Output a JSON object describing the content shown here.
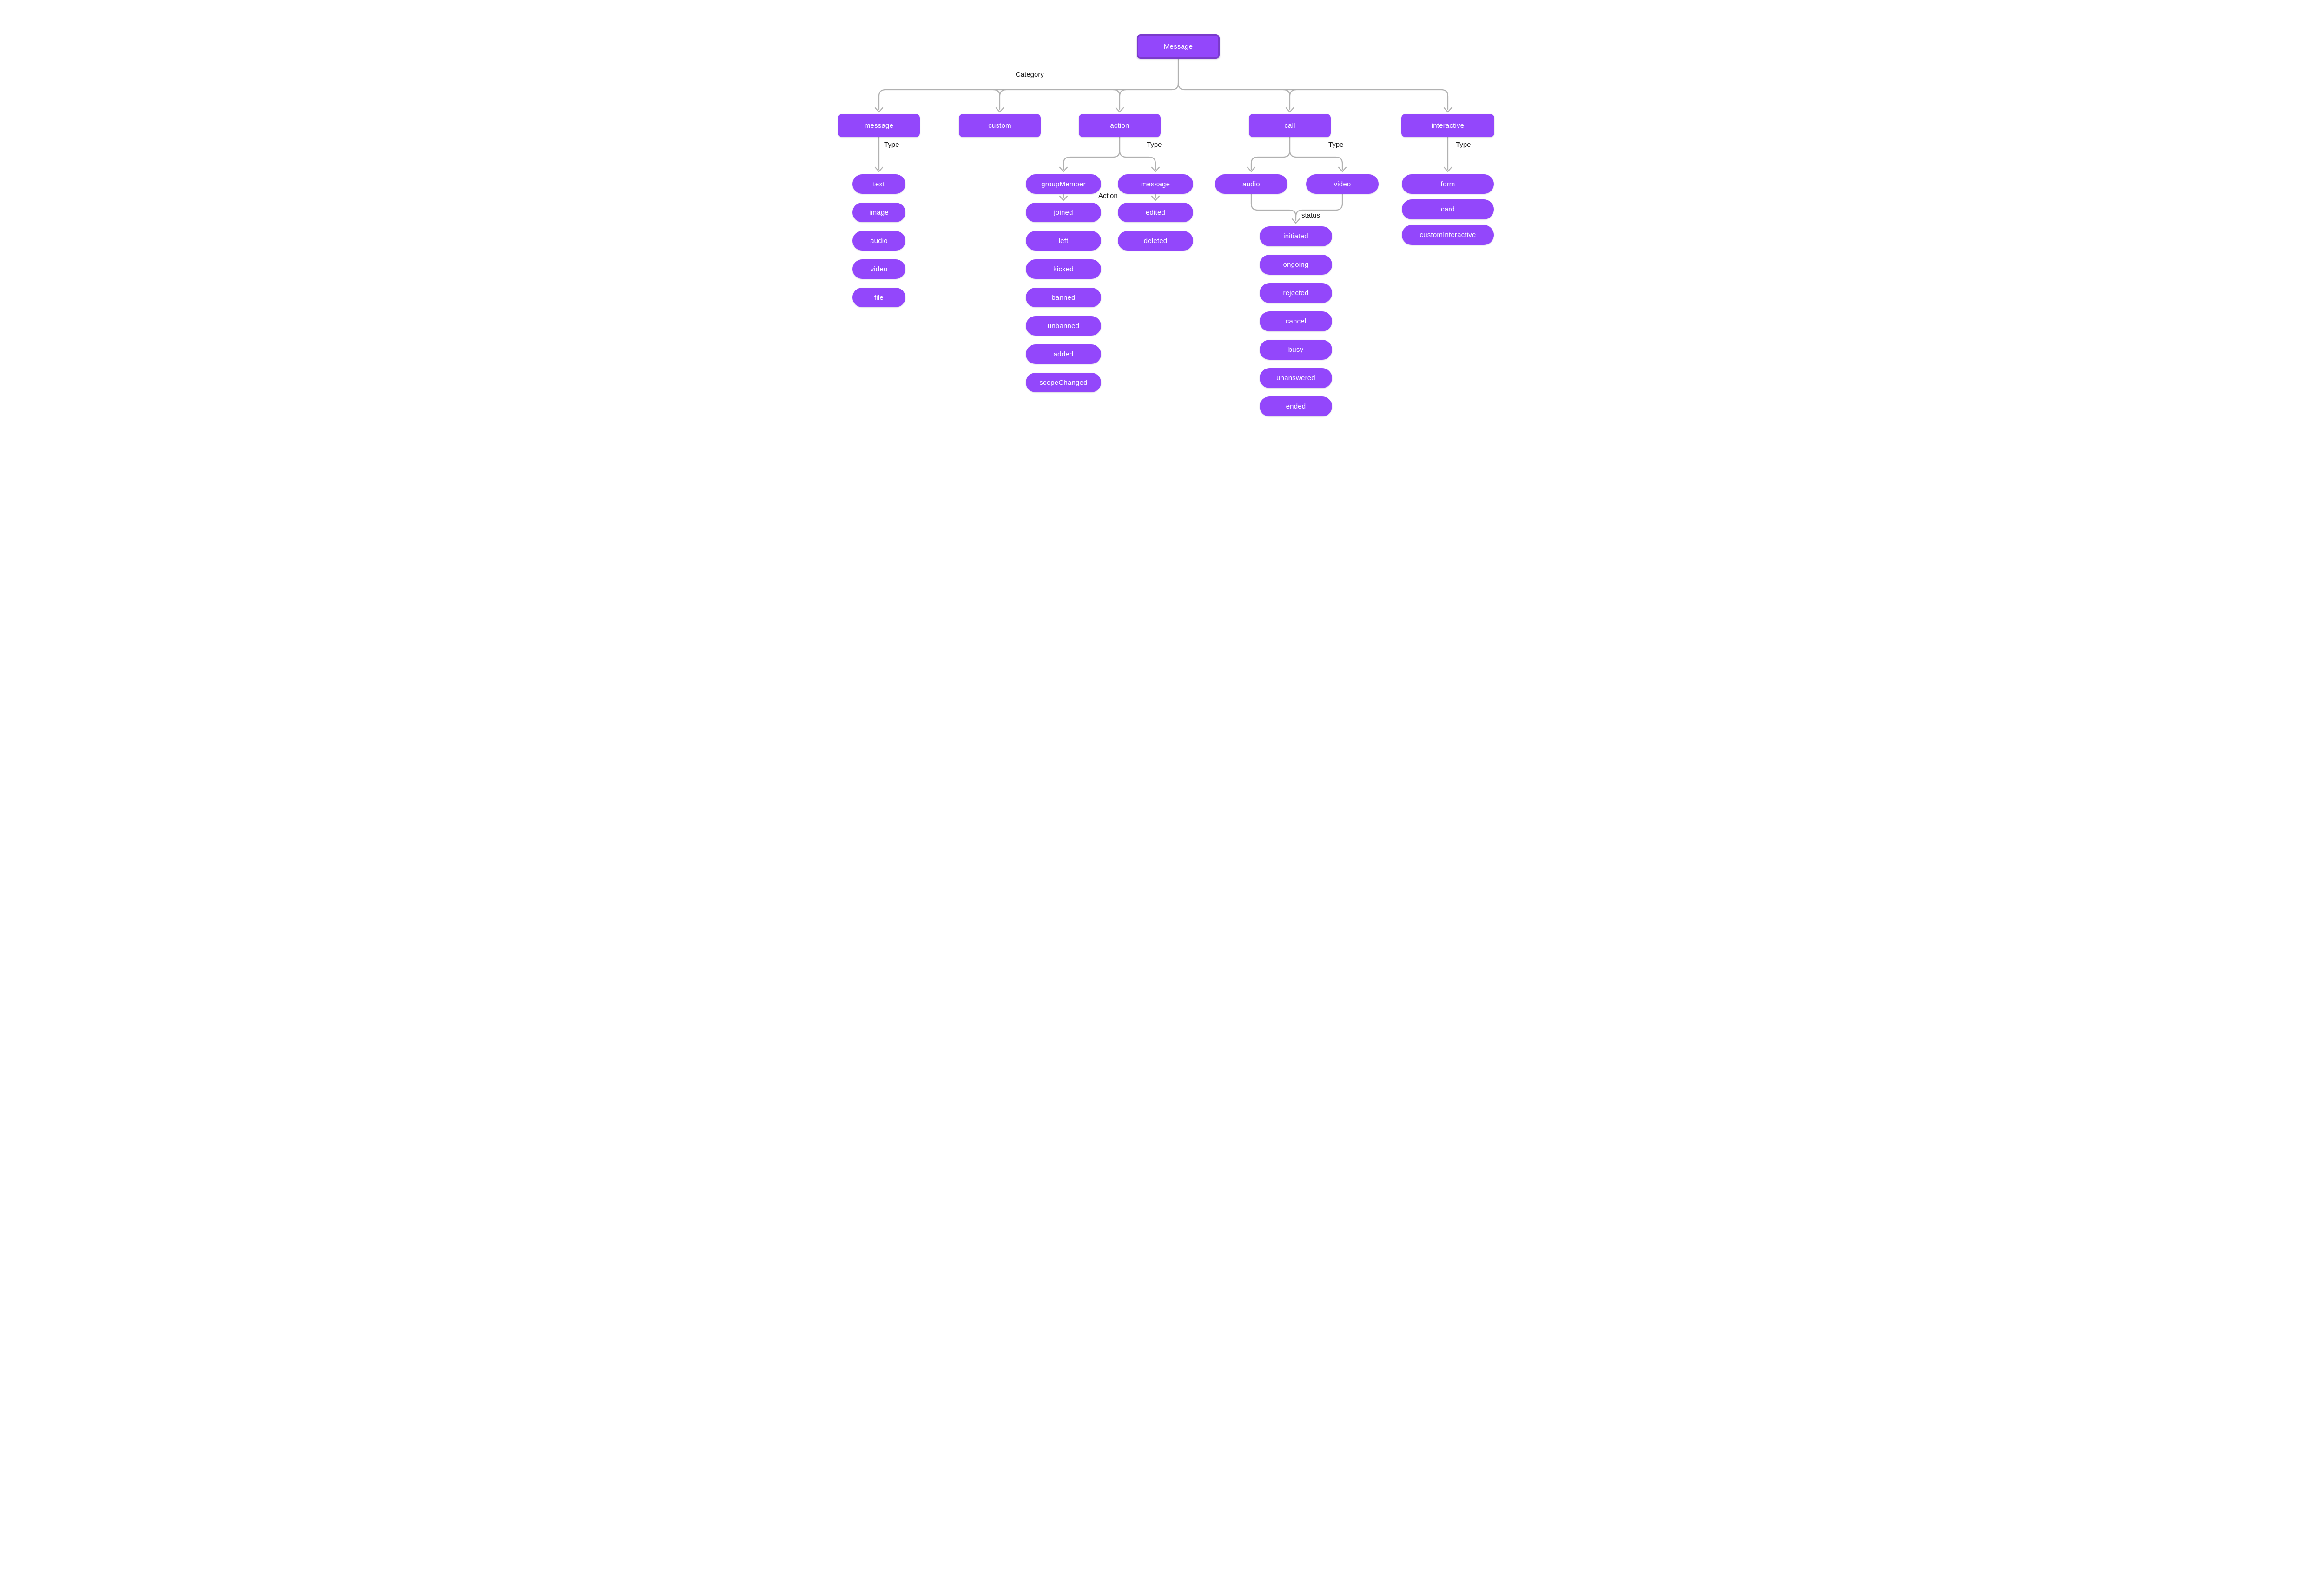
{
  "colors": {
    "node_fill": "#9347fb",
    "root_border": "#7a3bcb",
    "connector": "#b1b1b1",
    "label_text": "#1a1a1a",
    "node_text": "#ffffff",
    "background": "#ffffff"
  },
  "root": {
    "label": "Message"
  },
  "edge_labels": {
    "category": "Category",
    "type": "Type",
    "action": "Action",
    "status": "status"
  },
  "categories": {
    "message": {
      "label": "message",
      "types": [
        "text",
        "image",
        "audio",
        "video",
        "file"
      ]
    },
    "custom": {
      "label": "custom"
    },
    "action": {
      "label": "action",
      "groupMember": {
        "label": "groupMember",
        "actions": [
          "joined",
          "left",
          "kicked",
          "banned",
          "unbanned",
          "added",
          "scopeChanged"
        ]
      },
      "message": {
        "label": "message",
        "actions": [
          "edited",
          "deleted"
        ]
      }
    },
    "call": {
      "label": "call",
      "types": [
        "audio",
        "video"
      ],
      "statuses": [
        "initiated",
        "ongoing",
        "rejected",
        "cancel",
        "busy",
        "unanswered",
        "ended"
      ]
    },
    "interactive": {
      "label": "interactive",
      "types": [
        "form",
        "card",
        "customInteractive"
      ]
    }
  }
}
